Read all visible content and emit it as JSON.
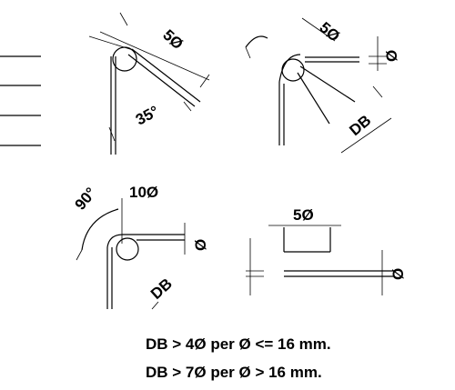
{
  "labels": {
    "dim_5d_a": "5Ø",
    "angle_35": "35°",
    "dim_5d_b": "5Ø",
    "dia_b": "Ø",
    "db_b": "DB",
    "angle_90": "90°",
    "dim_10d": "10Ø",
    "dia_c": "Ø",
    "db_c": "DB",
    "dim_5d_d": "5Ø",
    "dia_d": "Ø"
  },
  "notes": {
    "line1": "DB > 4Ø per Ø <= 16 mm.",
    "line2": "DB > 7Ø per Ø > 16 mm."
  }
}
